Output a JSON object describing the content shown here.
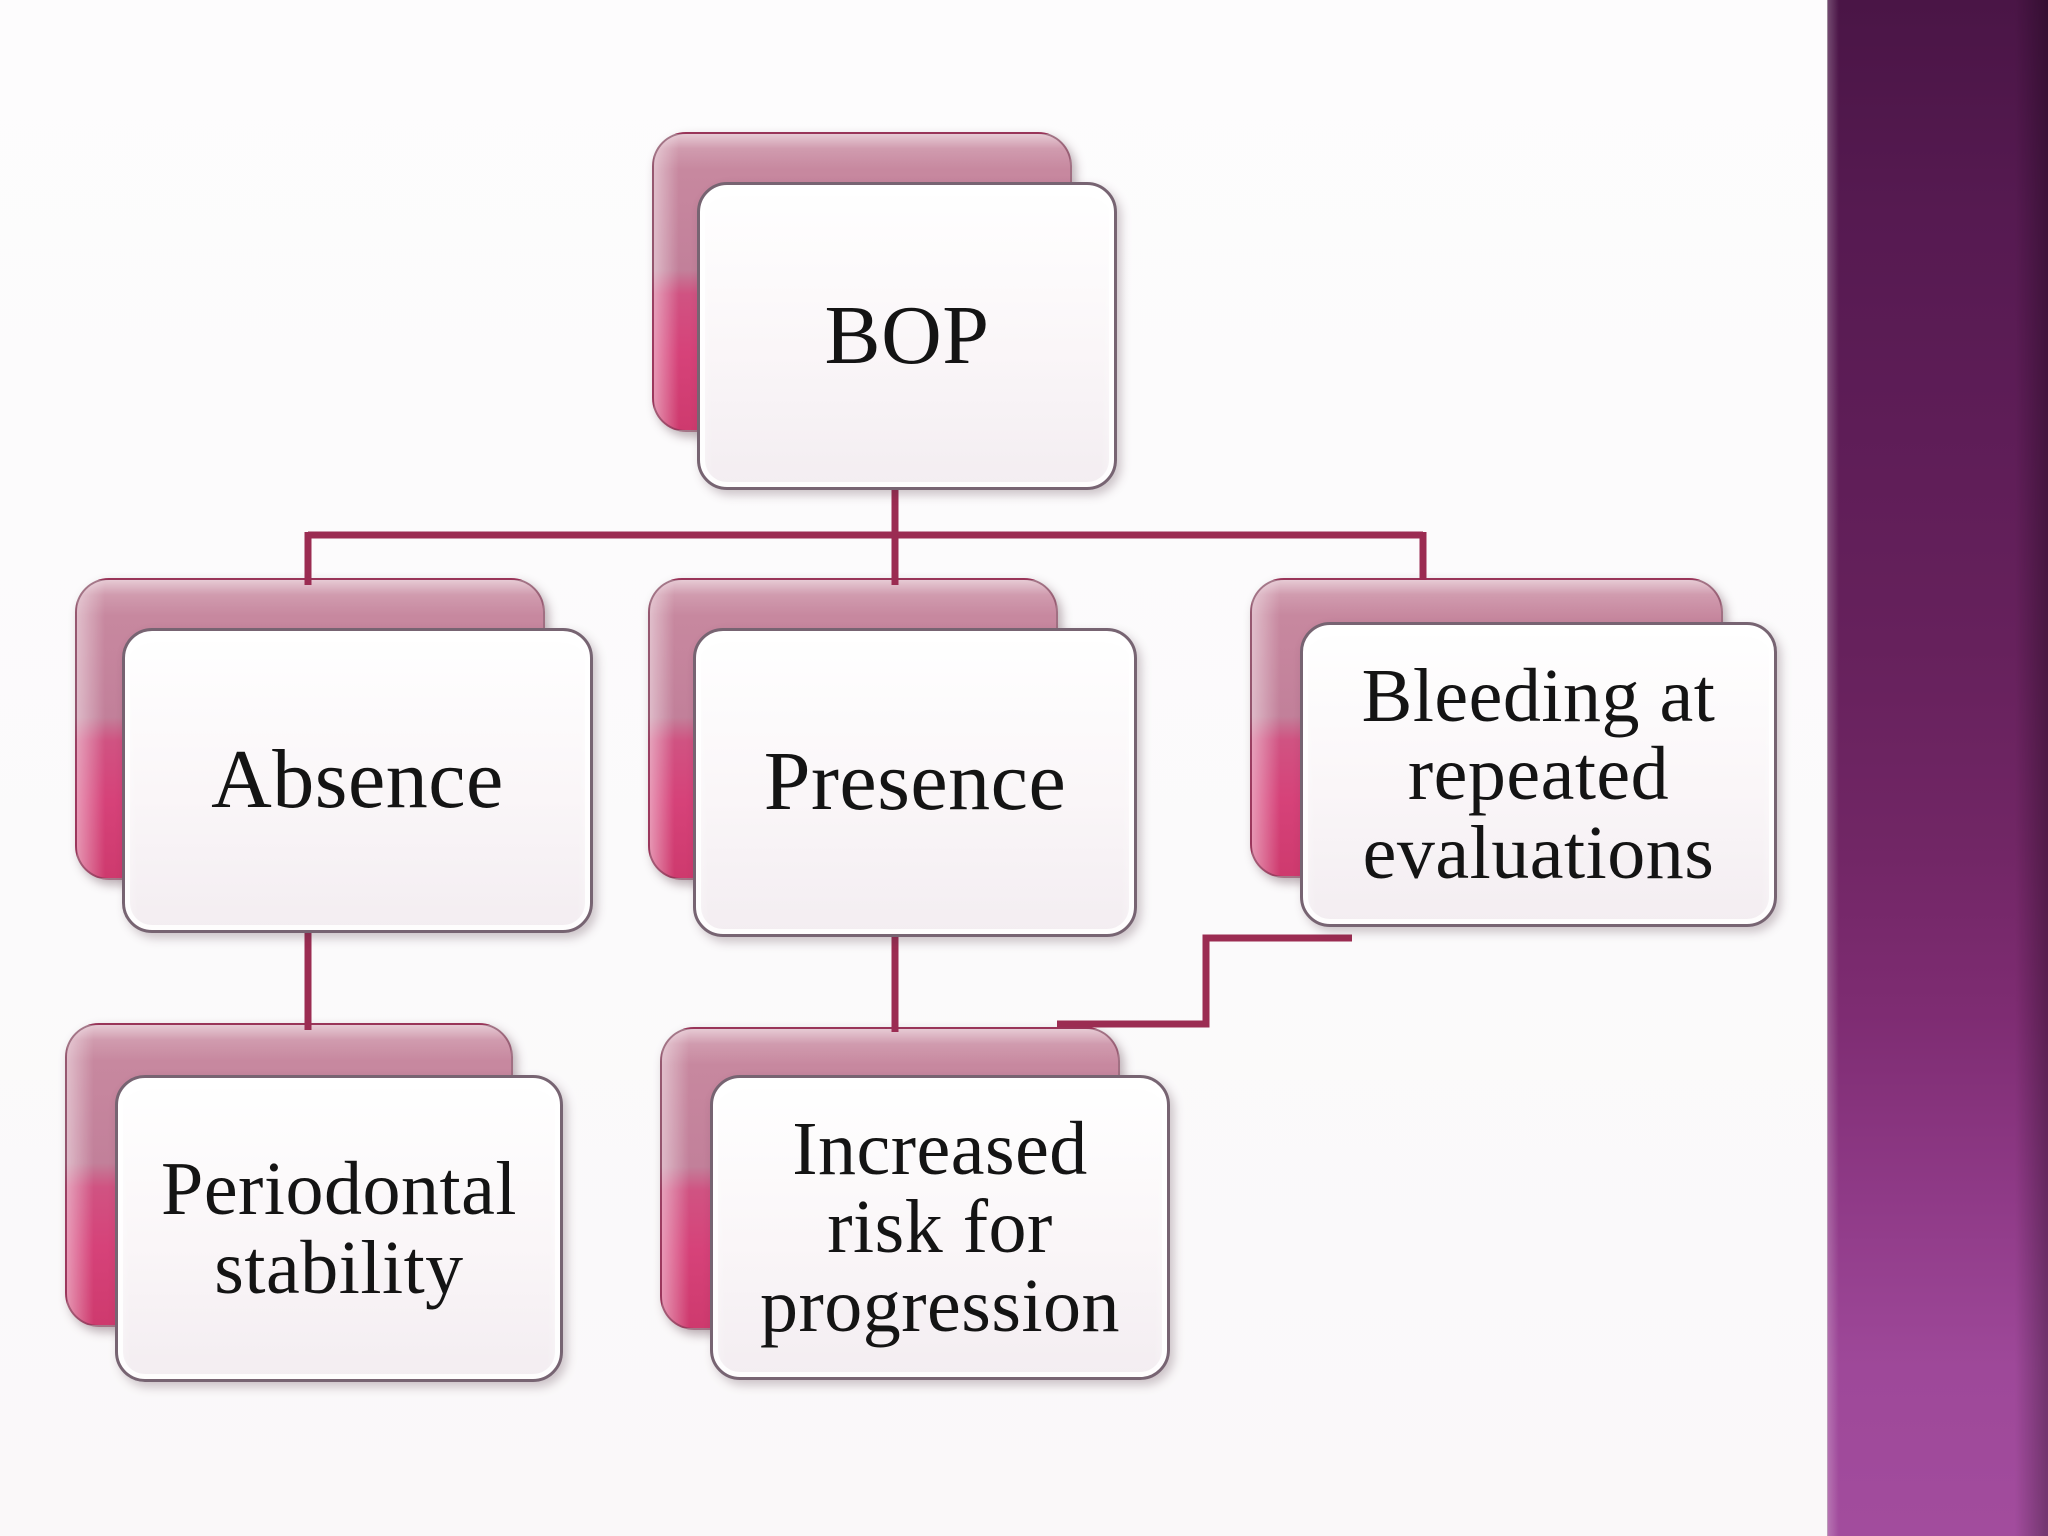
{
  "slide": {
    "kind": "presentation-slide",
    "background_color": "#FCFBFC"
  },
  "theme": {
    "css_vars": {
      "connector-color": "#9B2C52",
      "text-color": "#141414",
      "front-border": "#776472",
      "bg": "#FCFBFC"
    },
    "node_front_fill_top": "#FFFFFF",
    "node_front_fill_bottom": "#F3EDF1",
    "node_back_pink_top": "#C98BA1",
    "node_back_pink_mid": "#C2809A",
    "node_back_pink_accent": "#D64279",
    "node_back_pink_bottom": "#CE3A6E",
    "accent_bar_top": "#4A1546",
    "accent_bar_mid": "#712665",
    "accent_bar_bottom": "#A24C9D"
  },
  "diagram": {
    "type": "hierarchy",
    "nodes": [
      {
        "id": "bop",
        "label": "BOP",
        "lines": [
          "BOP"
        ],
        "level": 0,
        "parent": null
      },
      {
        "id": "absence",
        "label": "Absence",
        "lines": [
          "Absence"
        ],
        "level": 1,
        "parent": "bop"
      },
      {
        "id": "presence",
        "label": "Presence",
        "lines": [
          "Presence"
        ],
        "level": 1,
        "parent": "bop"
      },
      {
        "id": "bleeding",
        "label": "Bleeding at repeated evaluations",
        "lines": [
          "Bleeding at",
          "repeated",
          "evaluations"
        ],
        "level": 1,
        "parent": "bop"
      },
      {
        "id": "periodontal",
        "label": "Periodontal stability",
        "lines": [
          "Periodontal",
          "stability"
        ],
        "level": 2,
        "parent": "absence"
      },
      {
        "id": "increased",
        "label": "Increased risk for progression",
        "lines": [
          "Increased",
          "risk for",
          "progression"
        ],
        "level": 2,
        "parent": "presence"
      }
    ],
    "edges": [
      {
        "from": "bop",
        "to": "absence"
      },
      {
        "from": "bop",
        "to": "presence"
      },
      {
        "from": "bop",
        "to": "bleeding"
      },
      {
        "from": "absence",
        "to": "periodontal"
      },
      {
        "from": "presence",
        "to": "increased"
      },
      {
        "from": "bleeding",
        "to": "increased"
      }
    ]
  }
}
